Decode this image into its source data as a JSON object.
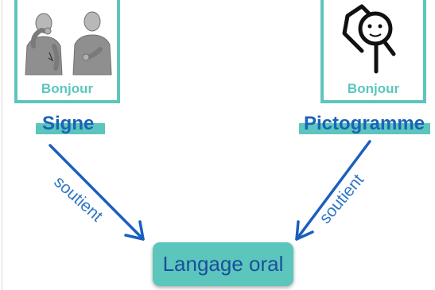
{
  "left_card": {
    "caption": "Bonjour"
  },
  "right_card": {
    "caption": "Bonjour"
  },
  "left_label": "Signe",
  "right_label": "Pictogramme",
  "left_arrow_text": "soutient",
  "right_arrow_text": "soutient",
  "target_label": "Langage oral",
  "colors": {
    "teal": "#5cc6bd",
    "blue": "#1a63b7"
  }
}
